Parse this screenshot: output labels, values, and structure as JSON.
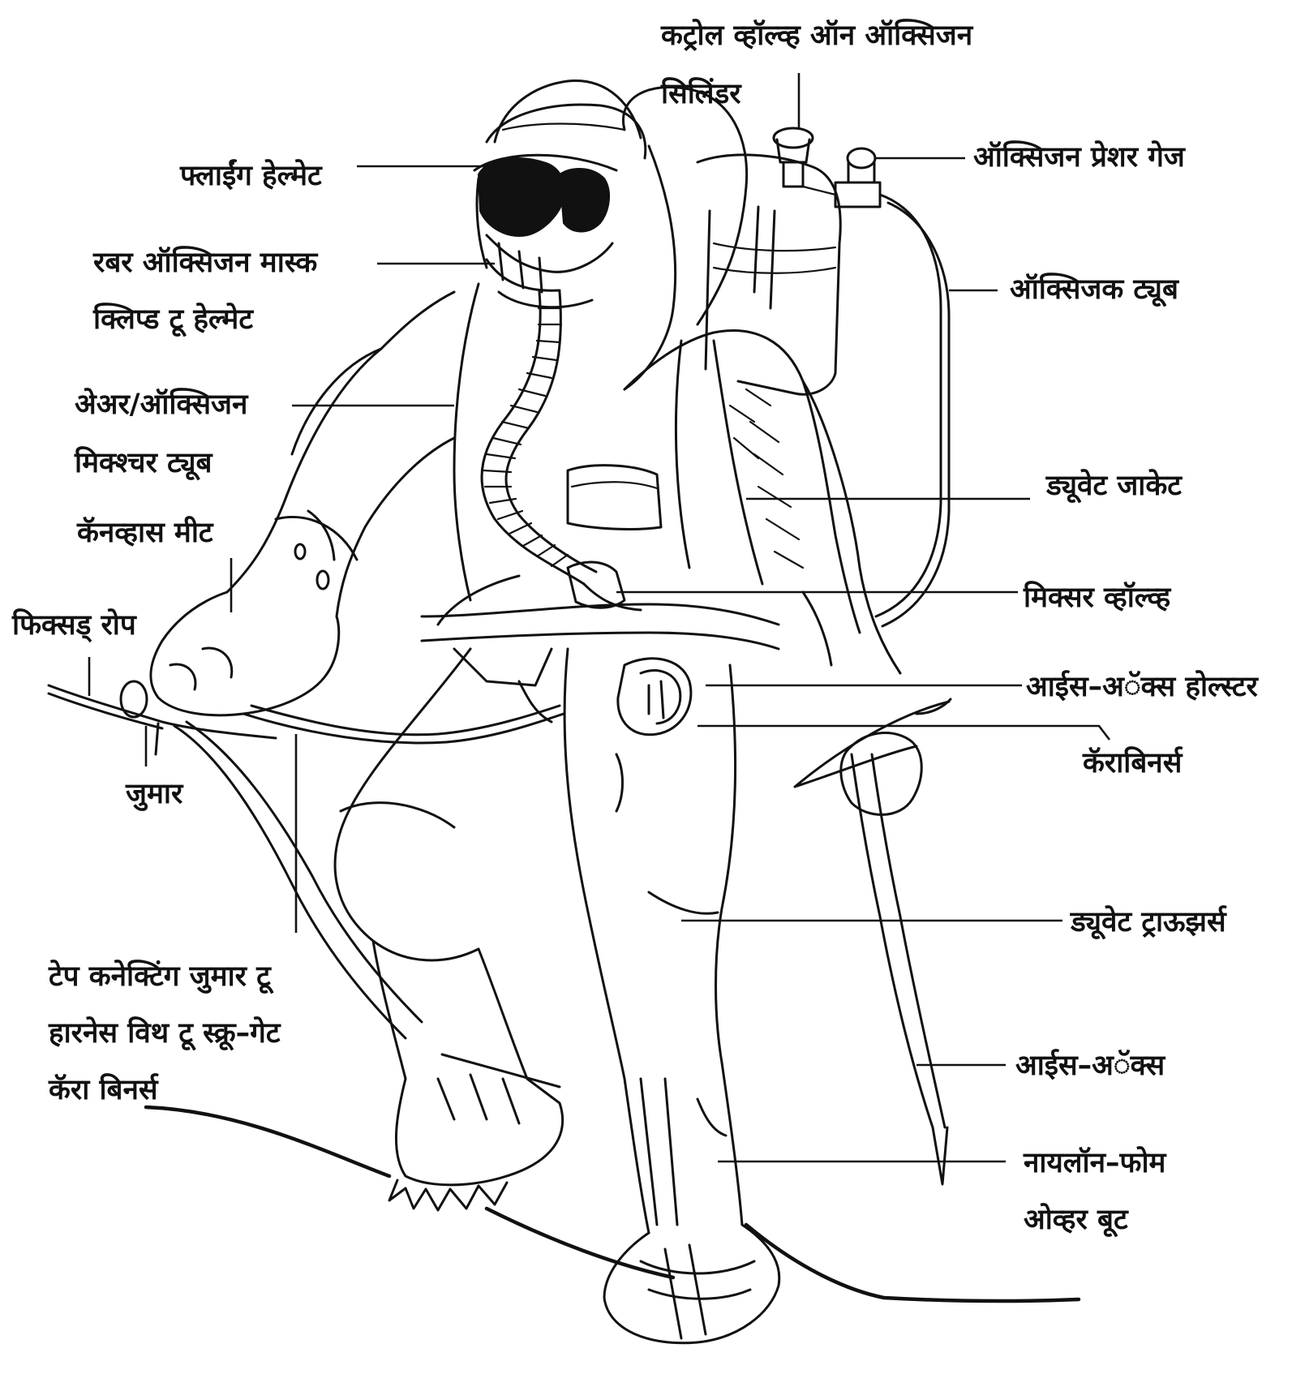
{
  "labels": {
    "control_valve_line1": "कट्रोल व्हॉल्व्ह ऑन ऑक्सिजन",
    "control_valve_line2": "सिलिंडर",
    "pressure_gauge": "ऑक्सिजन प्रेशर गेज",
    "helmet": "फ्लाईंग हेल्मेट",
    "mask_line1": "रबर ऑक्सिजन मास्क",
    "mask_line2": "क्लिप्ड टू हेल्मेट",
    "oxygen_tube": "ऑक्सिजक ट्यूब",
    "mixture_tube_line1": "अेअर/ऑक्सिजन",
    "mixture_tube_line2": "मिक्श्चर ट्यूब",
    "duvet_jacket": "ड्यूवेट जाकेट",
    "canvas_mitt": "कॅनव्हास मीट",
    "mixer_valve": "मिक्सर व्हॉल्व्ह",
    "fixed_rope": "फिक्सड् रोप",
    "ice_axe_holster": "आईस–अॅक्स होल्स्टर",
    "carabiners": "कॅराबिनर्स",
    "jumar": "जुमार",
    "duvet_trousers": "ड्यूवेट ट्राऊझर्स",
    "tape_line1": "टेप कनेक्टिंग जुमार टू",
    "tape_line2": "हारनेस विथ टू स्क्रू–गेट",
    "tape_line3": "कॅरा बिनर्स",
    "ice_axe": "आईस–अॅक्स",
    "boot_line1": "नायलॉन–फोम",
    "boot_line2": "ओव्हर बूट"
  }
}
